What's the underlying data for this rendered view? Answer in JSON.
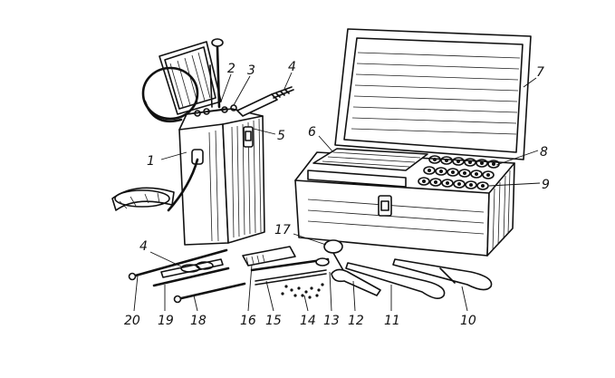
{
  "callouts": [
    {
      "id": "1",
      "label": "1"
    },
    {
      "id": "2",
      "label": "2"
    },
    {
      "id": "3",
      "label": "3"
    },
    {
      "id": "4a",
      "label": "4"
    },
    {
      "id": "5",
      "label": "5"
    },
    {
      "id": "6",
      "label": "6"
    },
    {
      "id": "7",
      "label": "7"
    },
    {
      "id": "8",
      "label": "8"
    },
    {
      "id": "9",
      "label": "9"
    },
    {
      "id": "10",
      "label": "10"
    },
    {
      "id": "11",
      "label": "11"
    },
    {
      "id": "12",
      "label": "12"
    },
    {
      "id": "13",
      "label": "13"
    },
    {
      "id": "14",
      "label": "14"
    },
    {
      "id": "15",
      "label": "15"
    },
    {
      "id": "16",
      "label": "16"
    },
    {
      "id": "17",
      "label": "17"
    },
    {
      "id": "18",
      "label": "18"
    },
    {
      "id": "19",
      "label": "19"
    },
    {
      "id": "20",
      "label": "20"
    },
    {
      "id": "4b",
      "label": "4"
    }
  ]
}
